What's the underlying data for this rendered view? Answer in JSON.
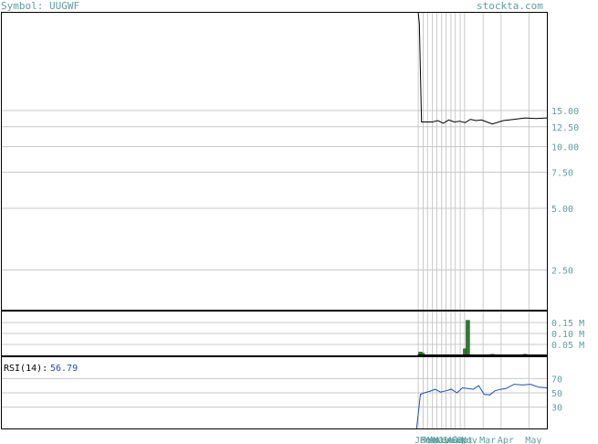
{
  "header": {
    "symbol_label": "Symbol: UUGWF",
    "site": "stockta.com"
  },
  "colors": {
    "price_line": "#000000",
    "volume_bar": "#2f7a2f",
    "rsi_line": "#1f4fb3",
    "grid": "#c8c8c8",
    "axis_text": "#5f9ea0",
    "frame": "#000000"
  },
  "chart_data": [
    {
      "type": "line",
      "panel": "price",
      "scale": "log",
      "y_ticks": [
        "15.00",
        "12.50",
        "10.00",
        "7.50",
        "5.00",
        "2.50"
      ],
      "y_tick_values": [
        15,
        12.5,
        10,
        7.5,
        5,
        2.5
      ],
      "ylim": [
        1.6,
        45
      ],
      "x_range": [
        0,
        100
      ],
      "series": [
        {
          "x": [
            76.4,
            76.6,
            77,
            79,
            80,
            81,
            82,
            83,
            84,
            85,
            86,
            87,
            88,
            89,
            90,
            92,
            94,
            96,
            98,
            100
          ],
          "y": [
            45,
            40,
            13.2,
            13.2,
            13.4,
            13.0,
            13.5,
            13.2,
            13.3,
            13.1,
            13.6,
            13.4,
            13.5,
            13.2,
            12.9,
            13.4,
            13.6,
            13.8,
            13.7,
            13.8
          ]
        }
      ]
    },
    {
      "type": "bar",
      "panel": "volume",
      "y_ticks": [
        "0.15 M",
        "0.10 M",
        "0.05 M"
      ],
      "y_tick_values": [
        0.15,
        0.1,
        0.05
      ],
      "ylim": [
        0,
        0.2
      ],
      "x_range": [
        0,
        100
      ],
      "x": [
        76.8,
        77.2,
        85.0,
        85.5,
        90.0,
        96.0
      ],
      "values": [
        0.015,
        0.01,
        0.03,
        0.16,
        0.005,
        0.005
      ]
    },
    {
      "type": "line",
      "panel": "rsi",
      "label": "RSI(14):",
      "value": "56.79",
      "y_ticks": [
        "70",
        "50",
        "30"
      ],
      "y_tick_values": [
        70,
        50,
        30
      ],
      "ylim": [
        0,
        100
      ],
      "x_range": [
        0,
        100
      ],
      "series": [
        {
          "x": [
            76.1,
            76.8,
            77.5,
            78.5,
            79.5,
            80.5,
            81.5,
            82.5,
            83.5,
            84.5,
            85.5,
            86.5,
            87.5,
            88.5,
            89.5,
            90.5,
            91.5,
            92.5,
            94,
            95.5,
            97,
            98.5,
            100
          ],
          "y": [
            0,
            48,
            50,
            52,
            55,
            51,
            53,
            55,
            50,
            57,
            56,
            55,
            60,
            48,
            47,
            53,
            55,
            56,
            62,
            61,
            62,
            58,
            57
          ]
        }
      ]
    }
  ],
  "x_axis": {
    "labels": [
      "Jan",
      "Feb",
      "Mar",
      "Apr",
      "May",
      "Jun",
      "Jul",
      "Aug",
      "Sep",
      "Oct",
      "Nov",
      "Mar",
      "Apr",
      "May"
    ],
    "positions": [
      76.4,
      77.3,
      78.1,
      79.0,
      79.8,
      80.7,
      81.5,
      82.4,
      83.2,
      84.1,
      84.9,
      88.3,
      91.6,
      96.7
    ]
  }
}
